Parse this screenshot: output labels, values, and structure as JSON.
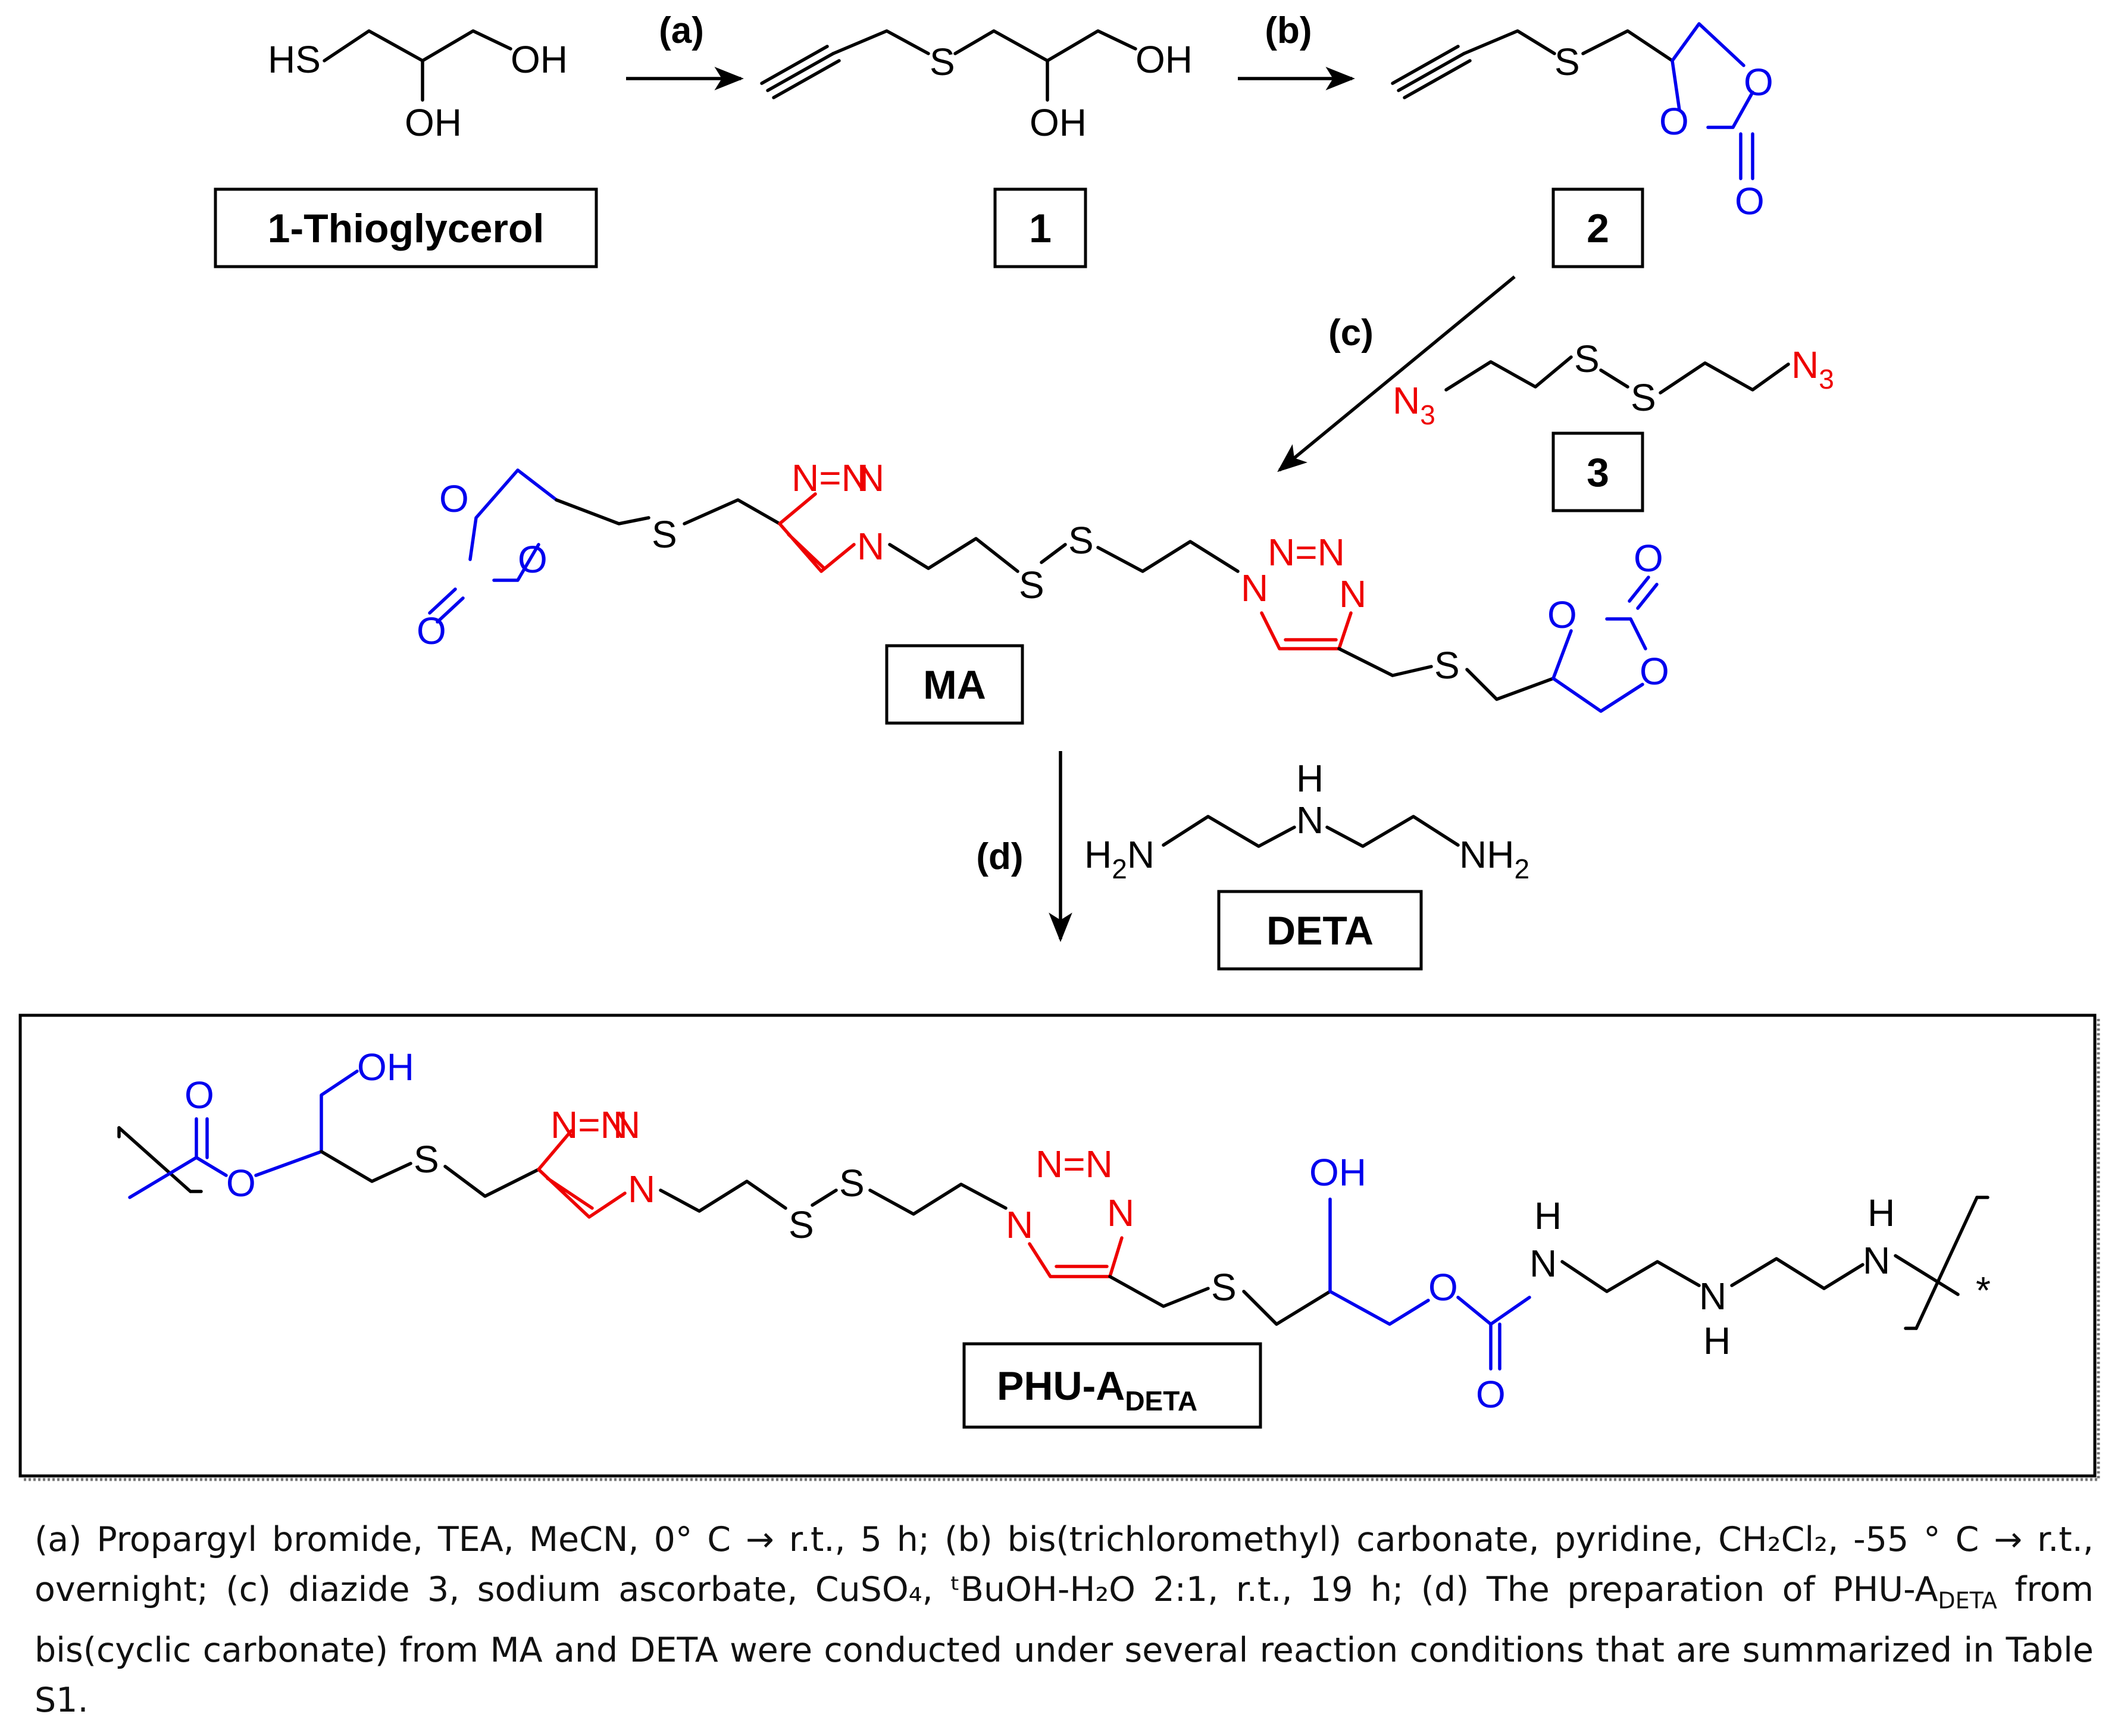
{
  "steps": {
    "a": "(a)",
    "b": "(b)",
    "c": "(c)",
    "d": "(d)"
  },
  "compounds": {
    "thioglycerol": "1-Thioglycerol",
    "c1": "1",
    "c2": "2",
    "c3": "3",
    "ma": "MA",
    "deta": "DETA",
    "phu_main": "PHU-A",
    "phu_sub": "DETA"
  },
  "atoms": {
    "HS": "HS",
    "OH": "OH",
    "S": "S",
    "O": "O",
    "N": "N",
    "NH": "N",
    "H": "H",
    "N3": "N",
    "N3_sub": "3",
    "H2N": "H",
    "H2N_sub": "2",
    "NH2": "NH",
    "NH2_sub": "2",
    "NNN": "N=N",
    "star": "*"
  },
  "caption": {
    "line1": "(a) Propargyl bromide, TEA, MeCN, 0° C → r.t., 5 h; (b) bis(trichloromethyl) carbonate, pyridine, CH₂Cl₂, -55 ° C → r.t., overnight; (c) diazide 3, sodium ascorbate, CuSO₄, ᵗBuOH-H₂O 2:1, r.t., 19 h; (d) The preparation of PHU-A",
    "sub": "DETA",
    "line2": " from bis(cyclic carbonate) from MA and DETA were conducted under several reaction conditions that are summarized in Table S1."
  }
}
